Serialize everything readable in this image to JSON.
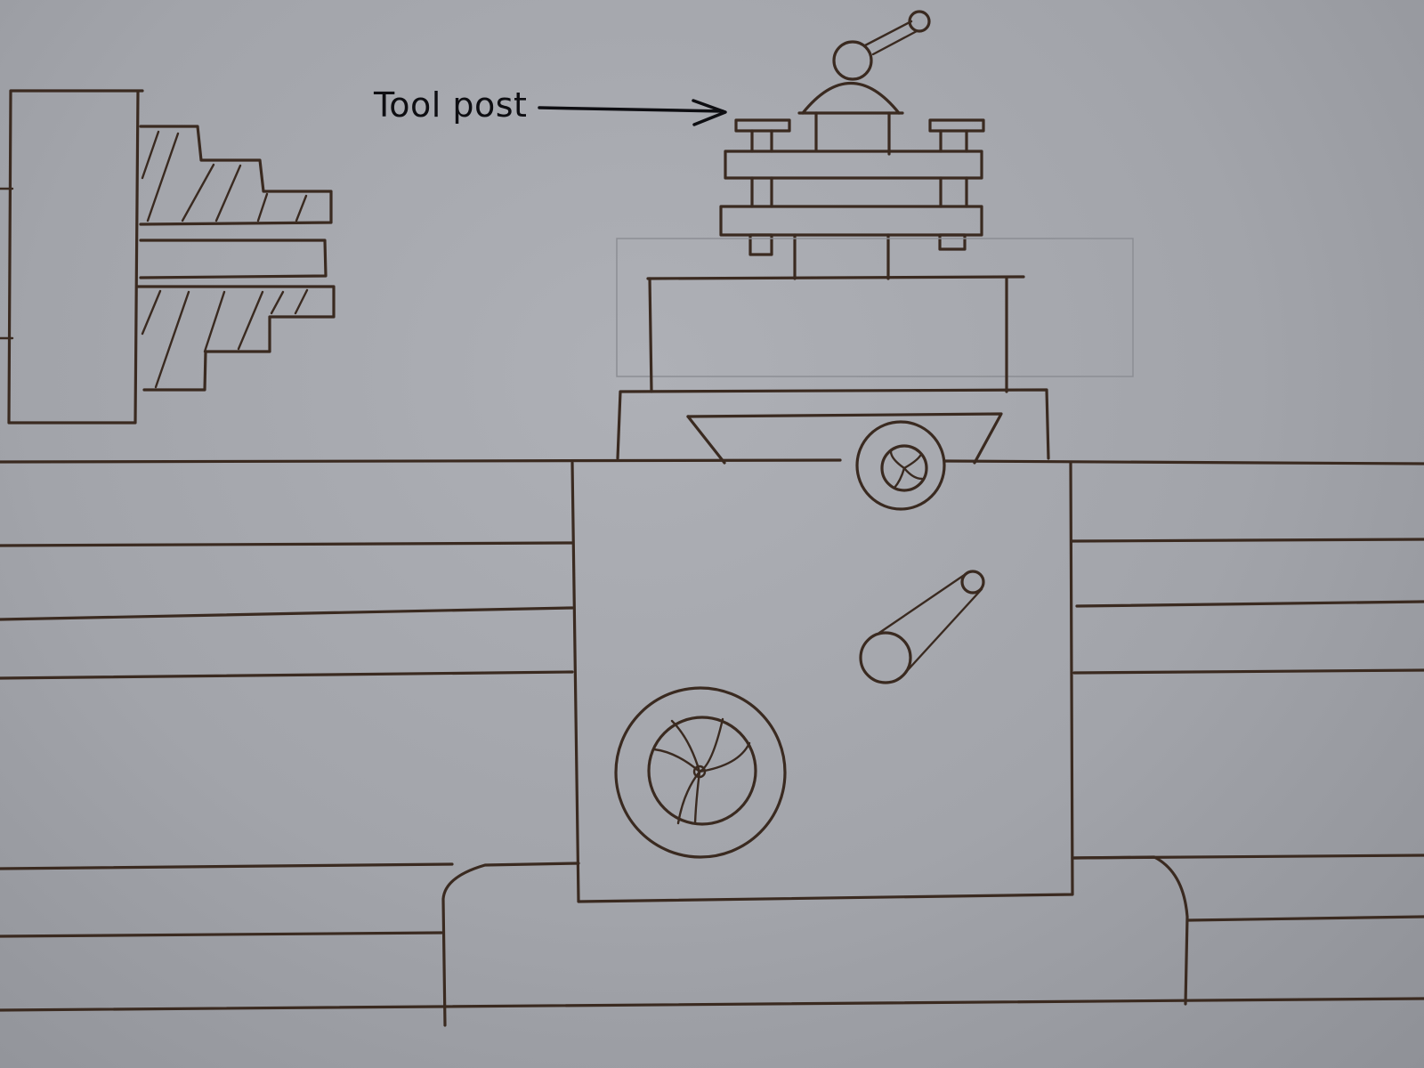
{
  "diagram": {
    "subject": "Lathe carriage and headstock sketch (front view)",
    "labels": [
      {
        "text": "Tool post",
        "points_to": "tool-post"
      }
    ],
    "components": [
      "headstock-chuck",
      "stepped-cone-pulley-spindle",
      "tool-post",
      "compound-rest",
      "cross-slide",
      "saddle",
      "cross-feed-handwheel",
      "apron",
      "feed-lever",
      "carriage-handwheel",
      "lathe-bed",
      "bed-leg-base"
    ],
    "colors": {
      "paper": "#a6a8ae",
      "ink": "#3a2a20",
      "label_ink": "#0e0e12"
    }
  }
}
